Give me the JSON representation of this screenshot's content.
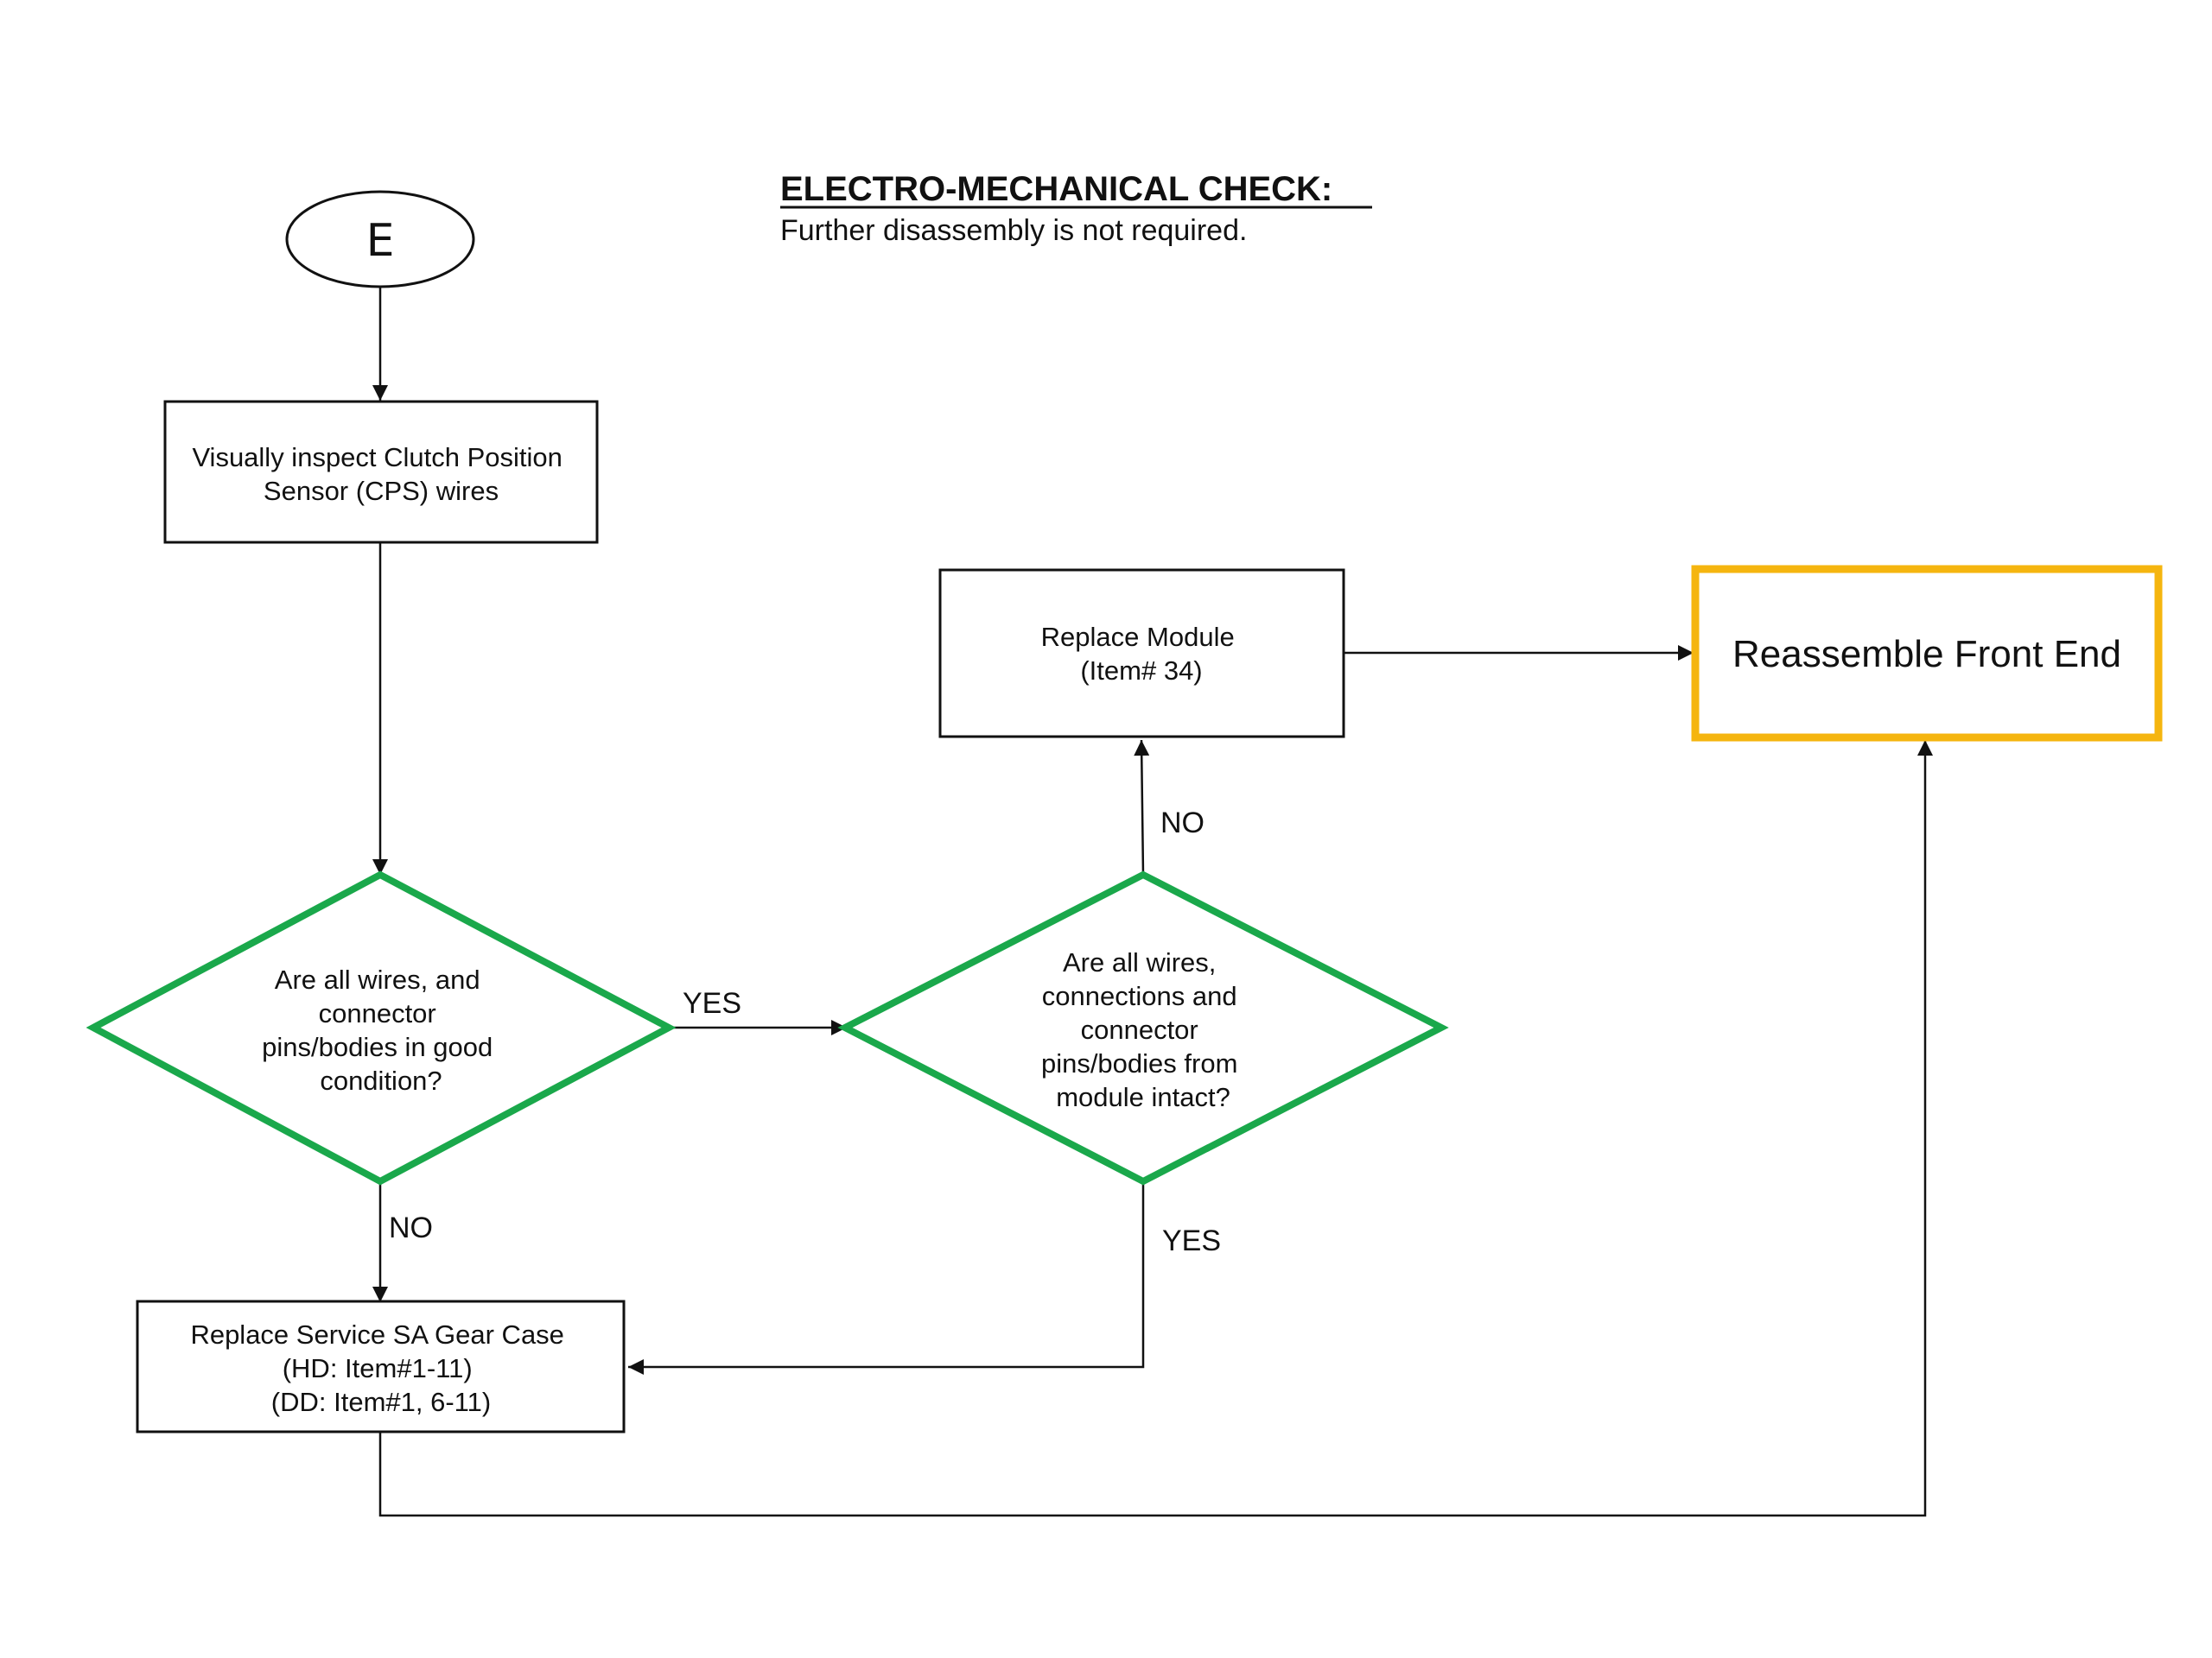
{
  "title": "ELECTRO-MECHANICAL CHECK:",
  "subtitle": "Further disassembly is not required.",
  "colors": {
    "decision": "#1aa84b",
    "terminal": "#f5b50f",
    "line": "#111111"
  },
  "nodes": {
    "start": {
      "label": "E"
    },
    "inspect": {
      "lines": [
        "Visually inspect Clutch Position",
        "Sensor (CPS) wires"
      ]
    },
    "decision1": {
      "lines": [
        "Are all wires, and",
        "connector",
        "pins/bodies in good",
        "condition?"
      ]
    },
    "decision2": {
      "lines": [
        "Are all wires,",
        "connections and",
        "connector",
        "pins/bodies from",
        "module intact?"
      ]
    },
    "replace_module": {
      "lines": [
        "Replace Module",
        "(Item# 34)"
      ]
    },
    "reassemble": {
      "label": "Reassemble Front End"
    },
    "replace_gear": {
      "lines": [
        "Replace Service SA Gear Case",
        "(HD: Item#1-11)",
        "(DD: Item#1, 6-11)"
      ]
    }
  },
  "edges": {
    "d1_yes": "YES",
    "d1_no": "NO",
    "d2_no": "NO",
    "d2_yes": "YES"
  }
}
